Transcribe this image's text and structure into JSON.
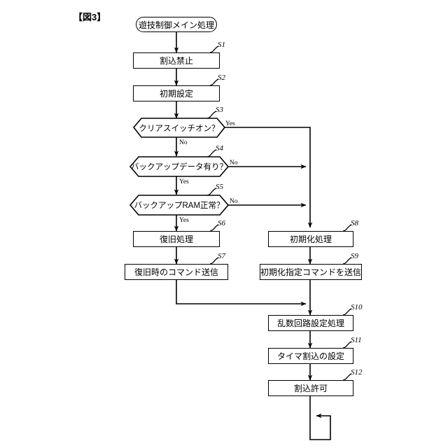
{
  "figure": {
    "label": "【図3】"
  },
  "start": {
    "text": "遊技制御メイン処理",
    "name": "start-terminal"
  },
  "steps": [
    {
      "id": "S1",
      "label": "S1",
      "text": "割込禁止"
    },
    {
      "id": "S2",
      "label": "S2",
      "text": "初期設定"
    },
    {
      "id": "S3",
      "label": "S3",
      "text": "クリアスイッチオン？"
    },
    {
      "id": "S4",
      "label": "S4",
      "text": "バックアップデータ有り？"
    },
    {
      "id": "S5",
      "label": "S5",
      "text": "バックアップRAM正常？"
    },
    {
      "id": "S6",
      "label": "S6",
      "text": "復旧処理"
    },
    {
      "id": "S7",
      "label": "S7",
      "text": "復旧時のコマンド送信"
    },
    {
      "id": "S8",
      "label": "S8",
      "text": "初期化処理"
    },
    {
      "id": "S9",
      "label": "S9",
      "text": "初期化指定コマンドを送信"
    },
    {
      "id": "S10",
      "label": "S10",
      "text": "乱数回路設定処理"
    },
    {
      "id": "S11",
      "label": "S11",
      "text": "タイマ割込の設定"
    },
    {
      "id": "S12",
      "label": "S12",
      "text": "割込許可"
    }
  ],
  "branches": [
    {
      "id": "b-s3-yes",
      "text": "Yes"
    },
    {
      "id": "b-s3-no",
      "text": "No"
    },
    {
      "id": "b-s4-no",
      "text": "No"
    },
    {
      "id": "b-s4-yes",
      "text": "Yes"
    },
    {
      "id": "b-s5-no",
      "text": "No"
    },
    {
      "id": "b-s5-yes",
      "text": "Yes"
    }
  ],
  "colors": {
    "stroke": "#000000",
    "background": "#ffffff"
  }
}
